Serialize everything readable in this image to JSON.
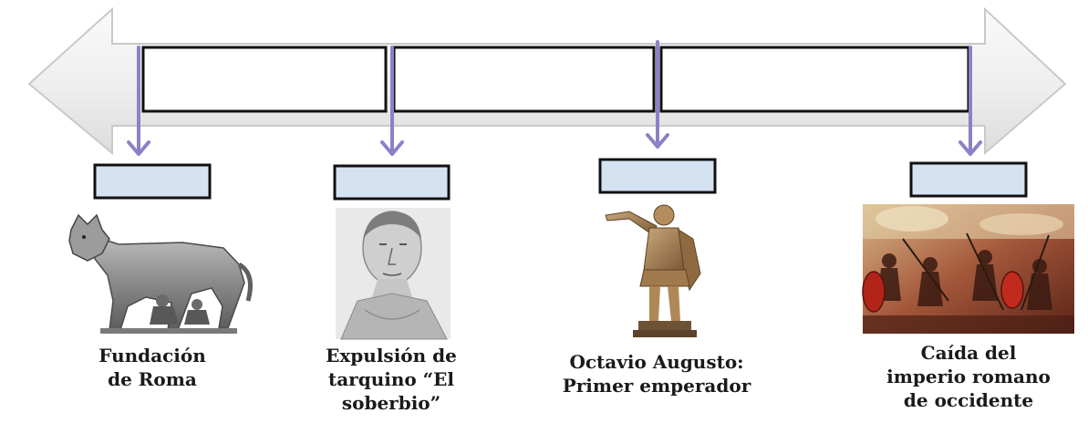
{
  "timeline": {
    "periods": [
      {
        "label": ""
      },
      {
        "label": ""
      },
      {
        "label": ""
      }
    ],
    "events": [
      {
        "date": "",
        "caption_lines": [
          "Fundación",
          "de Roma"
        ],
        "image": "capitoline-wolf-image"
      },
      {
        "date": "",
        "caption_lines": [
          "Expulsión de",
          "tarquino “El",
          "soberbio”"
        ],
        "image": "tarquin-bust-image"
      },
      {
        "date": "",
        "caption_lines": [
          "Octavio Augusto:",
          "Primer emperador"
        ],
        "image": "augustus-statue-image"
      },
      {
        "date": "",
        "caption_lines": [
          "Caída del",
          "imperio romano",
          "de occidente"
        ],
        "image": "battle-scene-image"
      }
    ]
  },
  "colors": {
    "arrow_fill": "#f1f1f1",
    "arrow_stroke": "#c9c9c9",
    "connector": "#8e80c6",
    "date_box_fill": "#d5e2f1",
    "box_stroke": "#111111"
  }
}
